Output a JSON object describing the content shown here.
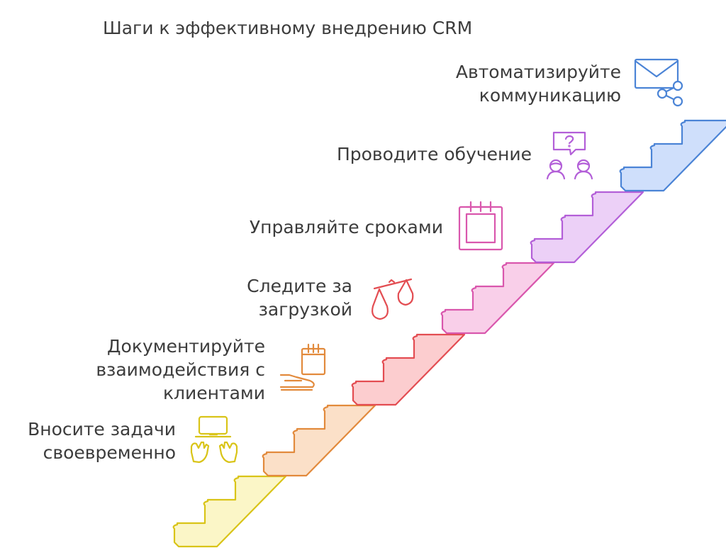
{
  "title": "Шаги к эффективному внедрению CRM",
  "steps": [
    {
      "label_lines": [
        "Вносите задачи",
        "своевременно"
      ],
      "icon": "laptop-hands-icon",
      "color": "#d9c418",
      "fill": "#fbf6c7"
    },
    {
      "label_lines": [
        "Документируйте",
        "взаимодействия с",
        "клиентами"
      ],
      "icon": "calendar-handshake-icon",
      "color": "#e28a3c",
      "fill": "#fbe0c8"
    },
    {
      "label_lines": [
        "Следите за",
        "загрузкой"
      ],
      "icon": "balance-scale-icon",
      "color": "#e34d52",
      "fill": "#fccdcf"
    },
    {
      "label_lines": [
        "Управляйте сроками"
      ],
      "icon": "calendar-icon",
      "color": "#d957ad",
      "fill": "#f9cfe9"
    },
    {
      "label_lines": [
        "Проводите обучение"
      ],
      "icon": "people-question-icon",
      "color": "#b35fd8",
      "fill": "#ecd0f7"
    },
    {
      "label_lines": [
        "Автоматизируйте",
        "коммуникацию"
      ],
      "icon": "envelope-share-icon",
      "color": "#4b84d6",
      "fill": "#cfdffb"
    }
  ]
}
